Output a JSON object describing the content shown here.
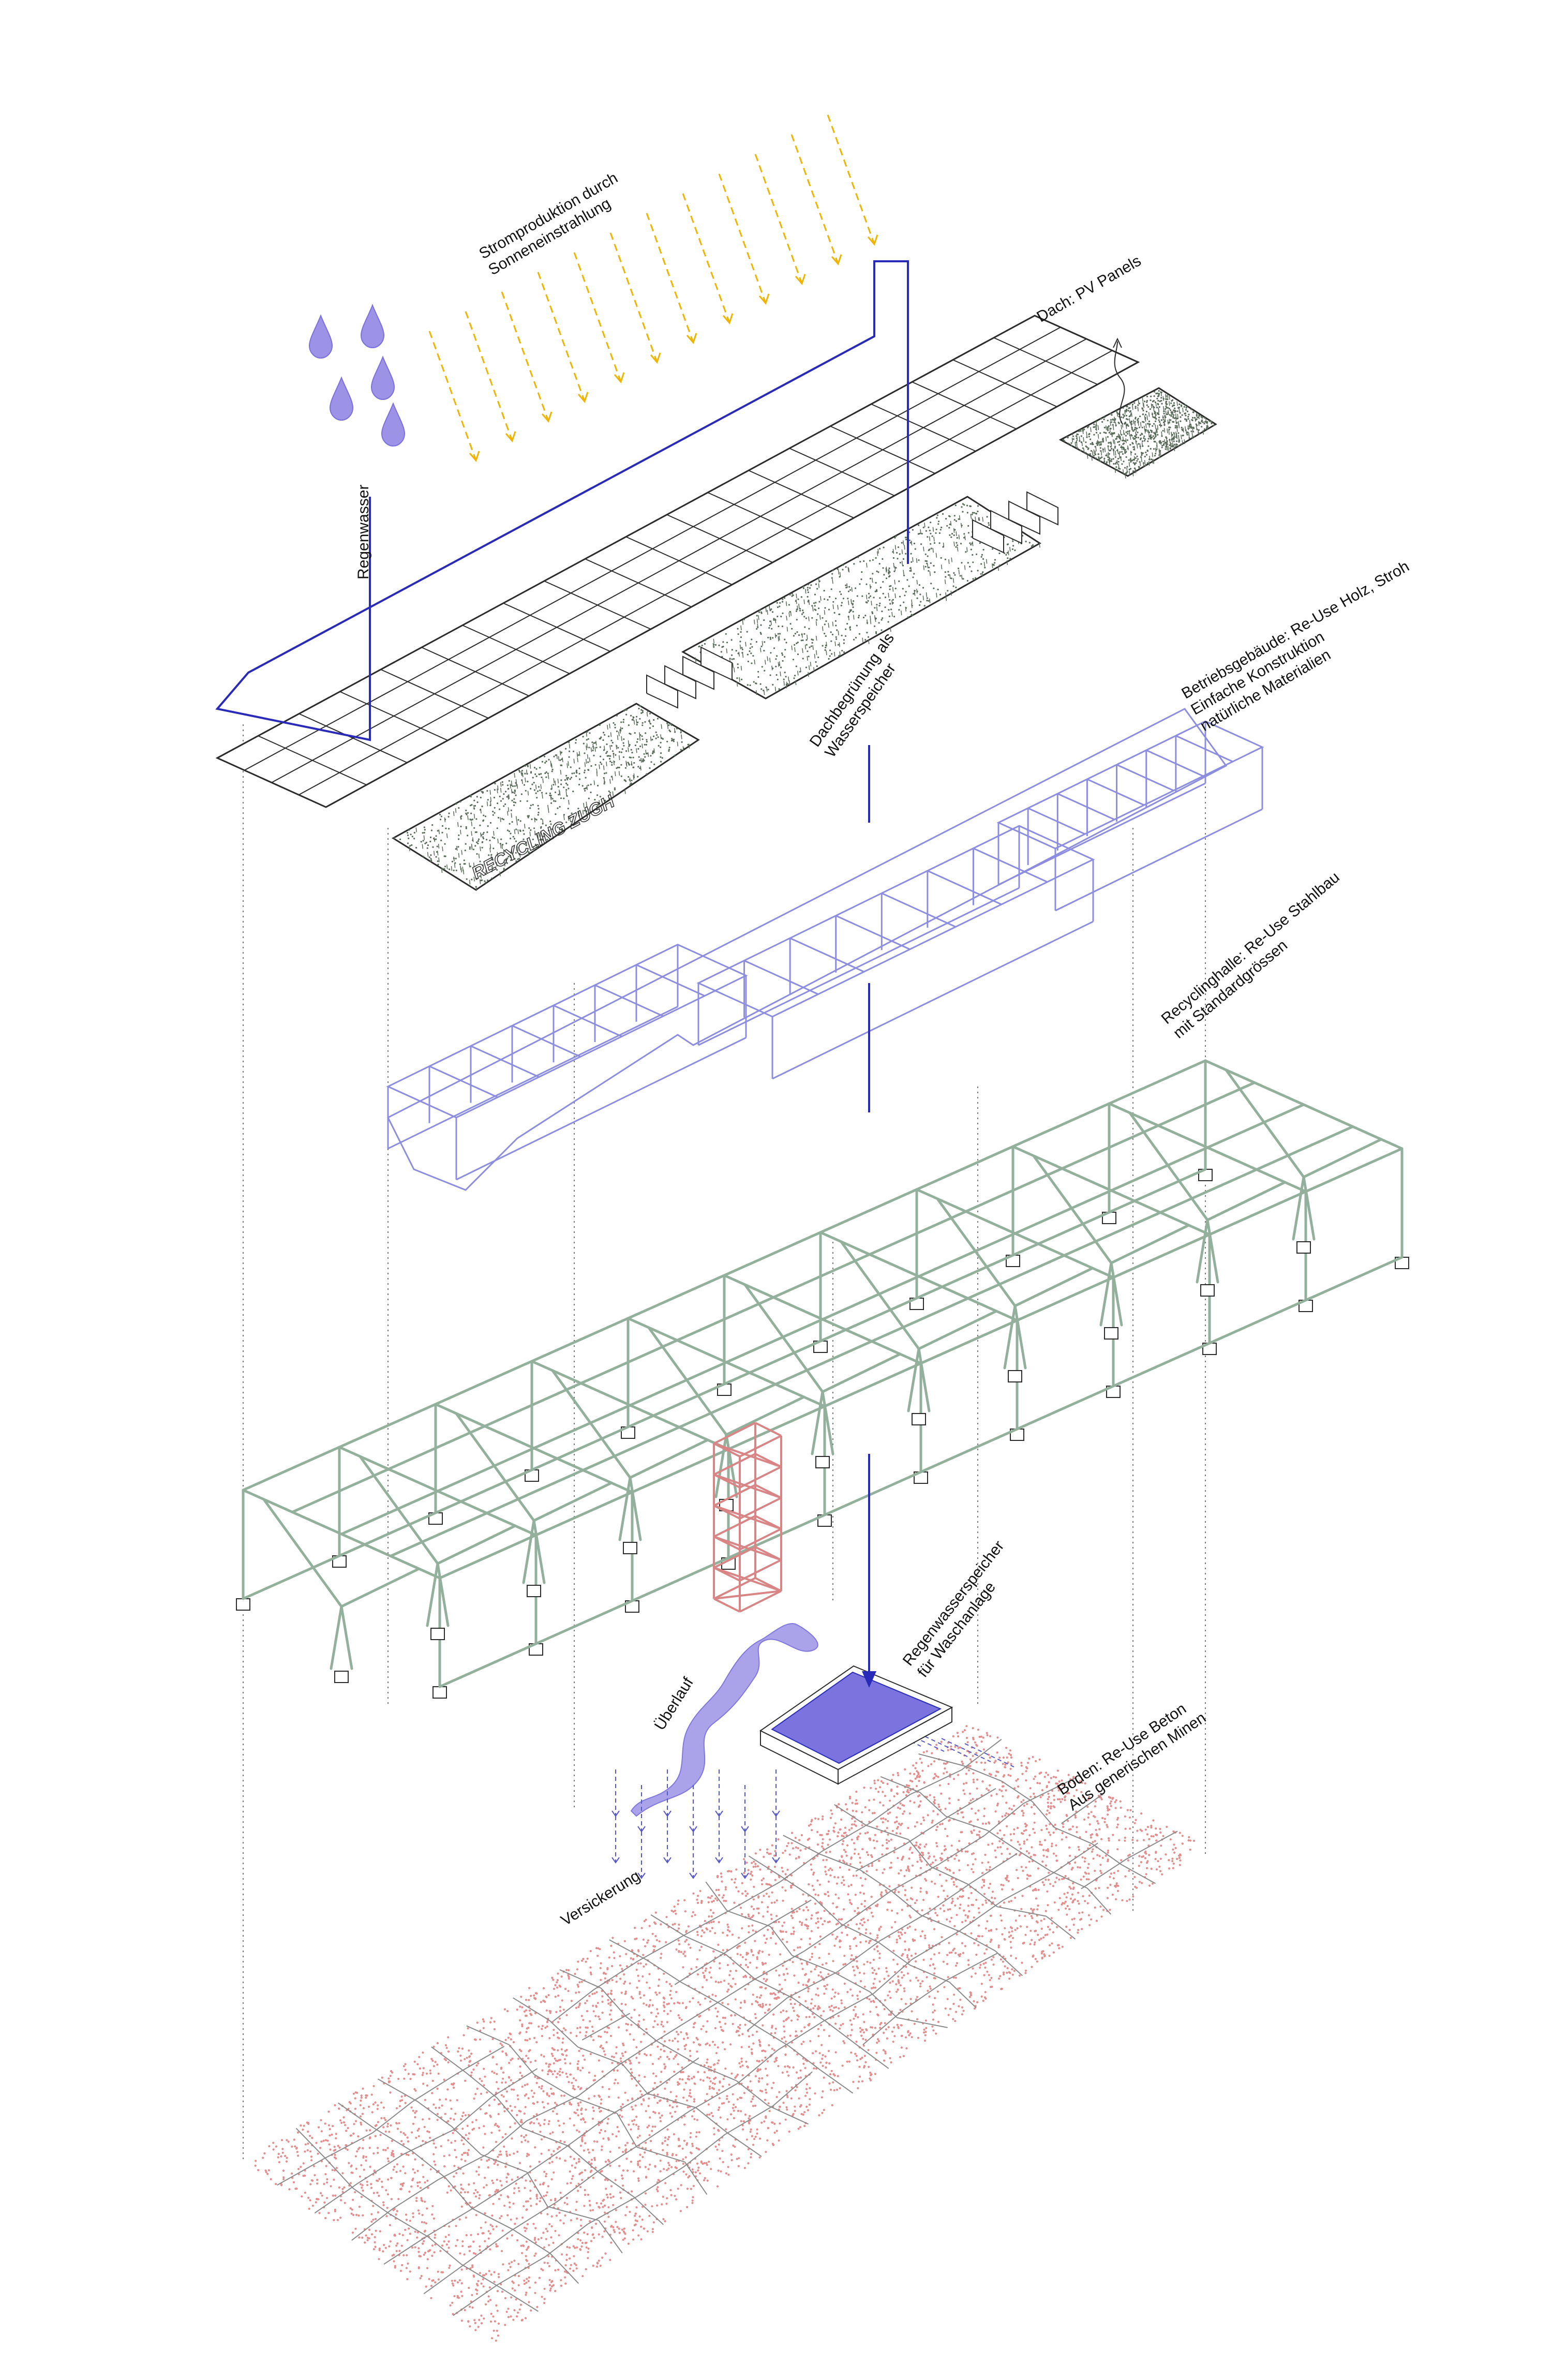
{
  "labels": {
    "strom": [
      "Stromproduktion durch",
      "Sonneneinstrahlung"
    ],
    "dach": [
      "Dach: PV Panels"
    ],
    "regenwasser": [
      "Regenwasser"
    ],
    "betrieb": [
      "Betriebsgebäude: Re-Use Holz, Stroh",
      "Einfache Konstruktion",
      "natürliche Materialien"
    ],
    "dachbegruenung": [
      "Dachbegrünung als",
      "Wasserspeicher"
    ],
    "recyclinghalle": [
      "Recyclinghalle: Re-Use Stahlbau",
      "mit Standardgrössen"
    ],
    "regenwasserspeicher": [
      "Regenwasserspeicher",
      "für Waschanlage"
    ],
    "ueberlauf": [
      "Überlauf"
    ],
    "boden": [
      "Boden: Re-Use Beton",
      "Aus generischen Minen"
    ],
    "versickerung": [
      "Versickerung"
    ],
    "sign": "RECYCLING ZUGH"
  },
  "colors": {
    "ink": "#2b2b2b",
    "water": "#2a2ab8",
    "water_fill": "#9d93e6",
    "sun": "#f0b400",
    "steel": "#93b09c",
    "timber": "#8c8ce0",
    "tower": "#d98585",
    "floor_dots": "#e58c8c",
    "green_dots": "#5a6a5a"
  },
  "icons": [
    "raindrop-icon",
    "sun-ray-arrow-icon",
    "down-arrow-icon"
  ]
}
